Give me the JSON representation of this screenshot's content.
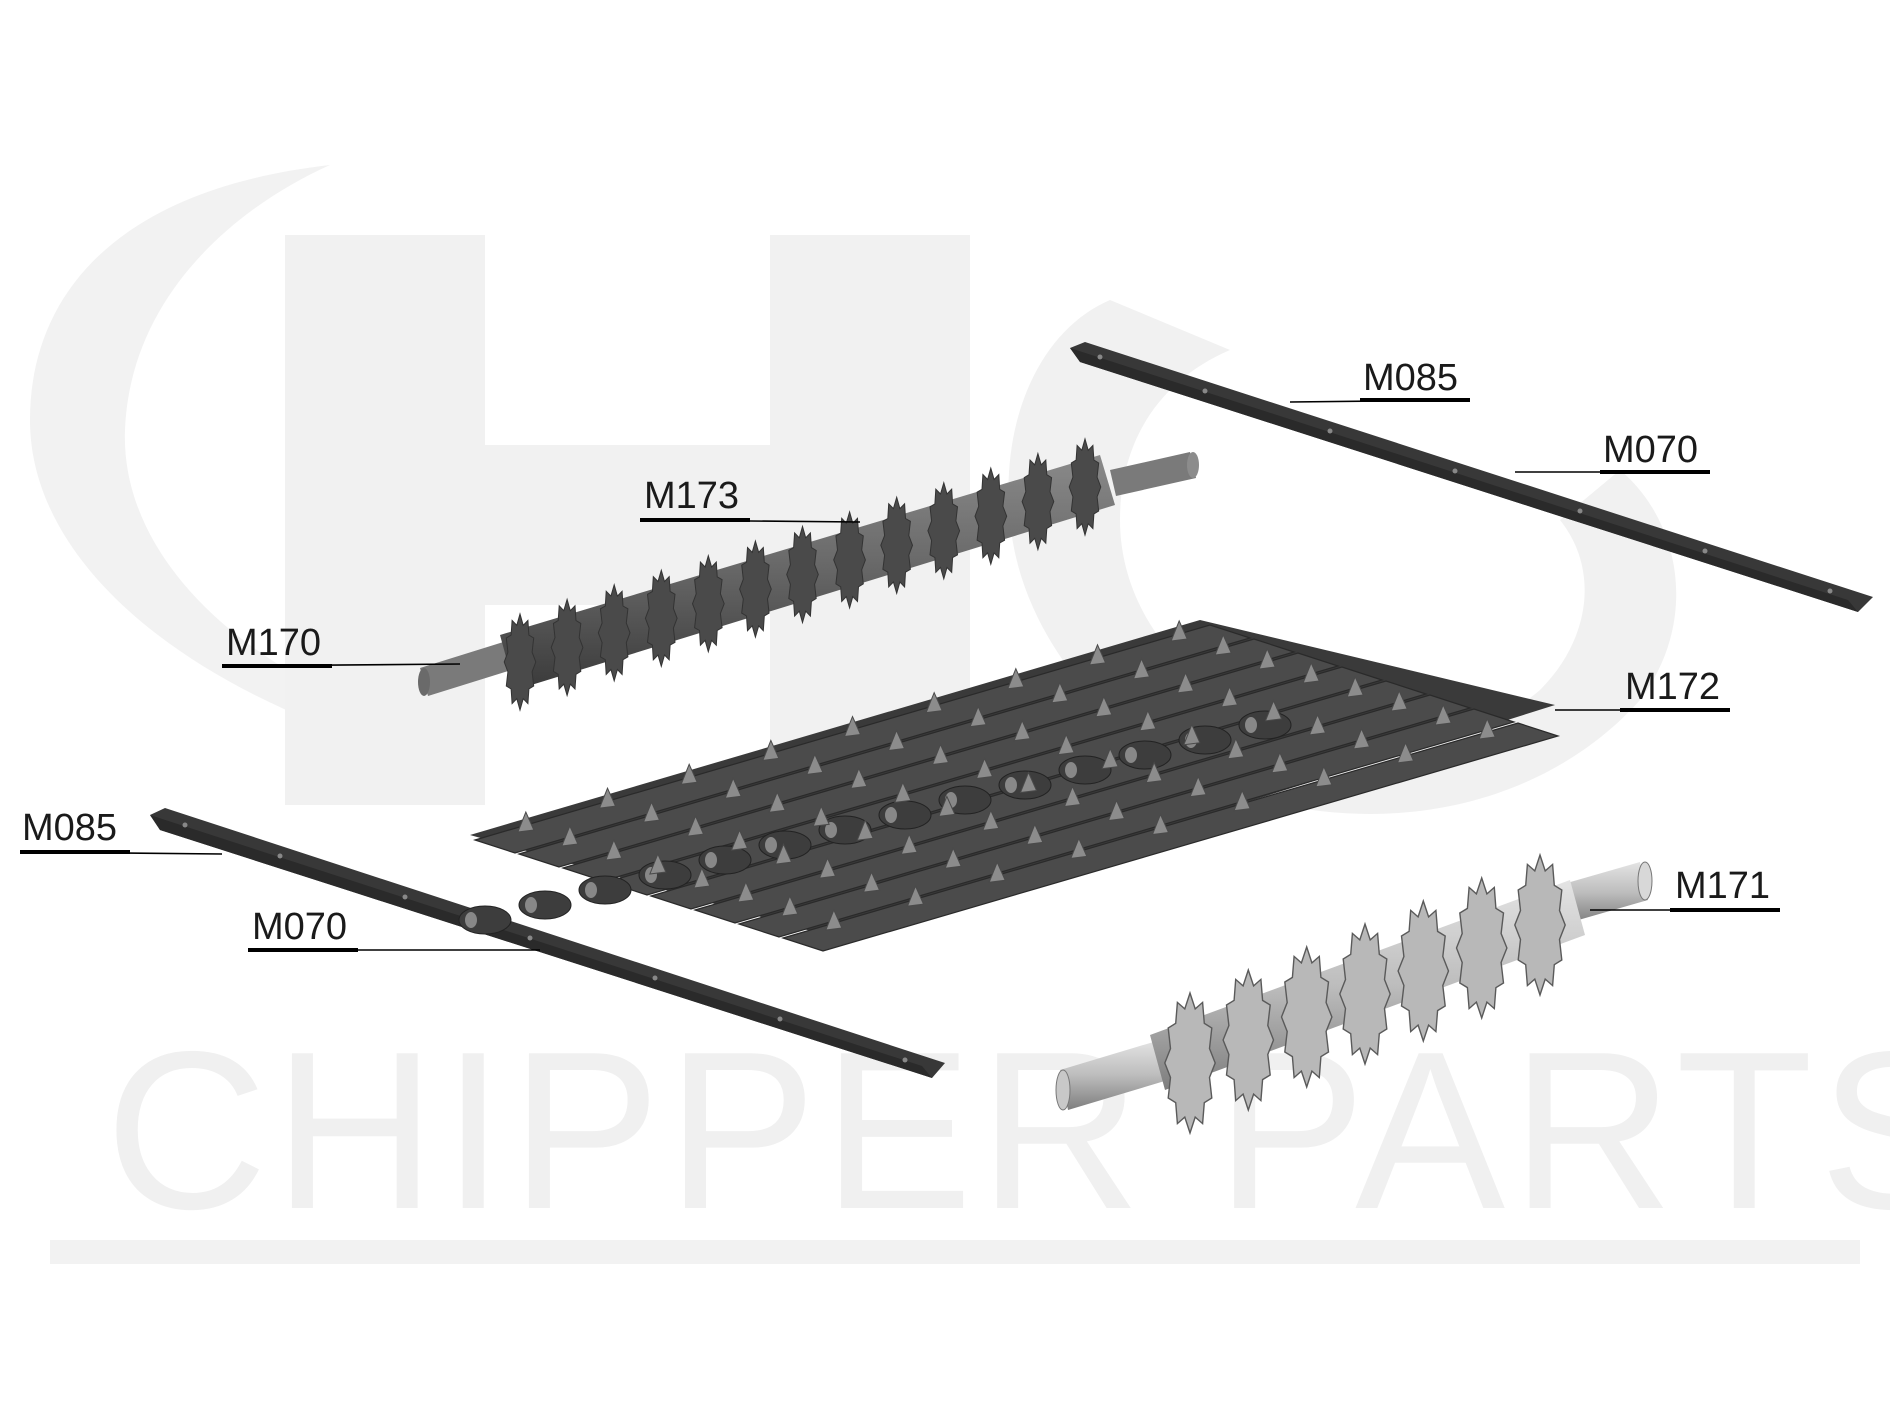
{
  "watermark": {
    "logo_text": "HS",
    "brand_text": "CHIPPER PARTS",
    "color": "#f0f0f0"
  },
  "colors": {
    "part_dark": "#3c3c3c",
    "part_mid": "#555555",
    "part_light": "#9a9a9a",
    "part_highlight": "#c8c8c8",
    "label": "#1a1a1a"
  },
  "callouts": [
    {
      "id": "m085-top",
      "code": "M085"
    },
    {
      "id": "m070-top",
      "code": "M070"
    },
    {
      "id": "m173",
      "code": "M173"
    },
    {
      "id": "m170",
      "code": "M170"
    },
    {
      "id": "m172",
      "code": "M172"
    },
    {
      "id": "m085-left",
      "code": "M085"
    },
    {
      "id": "m070-left",
      "code": "M070"
    },
    {
      "id": "m171",
      "code": "M171"
    }
  ]
}
